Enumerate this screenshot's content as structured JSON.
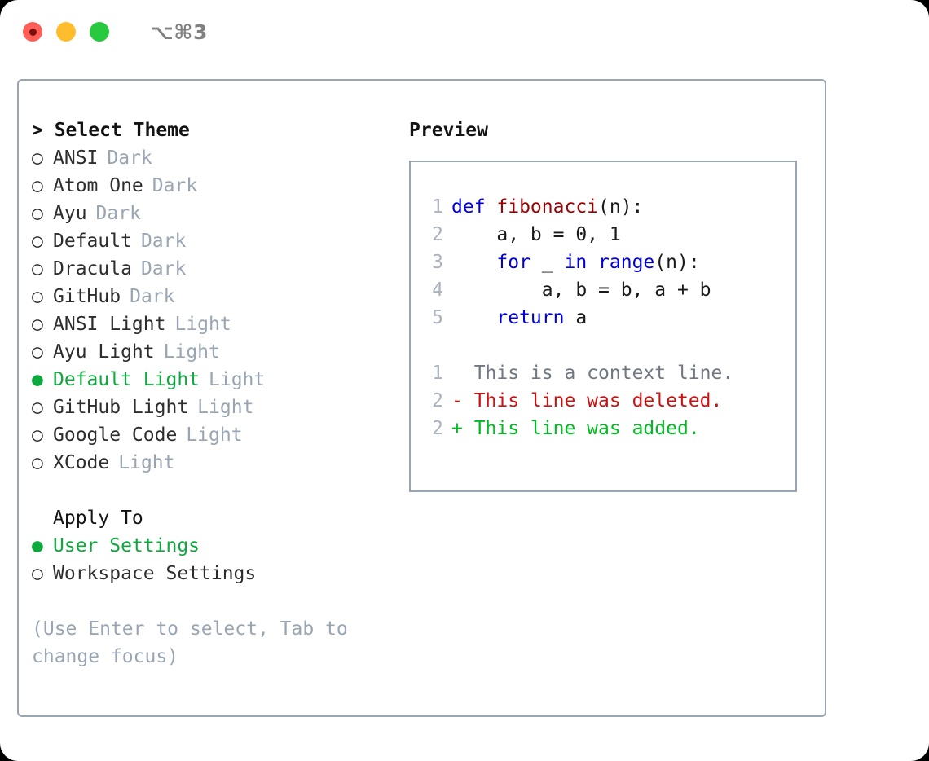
{
  "window": {
    "title": "⌥⌘3",
    "traffic_lights": [
      "close-red",
      "minimize-yellow",
      "maximize-green"
    ]
  },
  "theme_panel": {
    "header": "> Select Theme",
    "bullet_unselected": "○",
    "bullet_selected": "●",
    "items": [
      {
        "name": "ANSI",
        "kind": "Dark",
        "selected": false
      },
      {
        "name": "Atom One",
        "kind": "Dark",
        "selected": false
      },
      {
        "name": "Ayu",
        "kind": "Dark",
        "selected": false
      },
      {
        "name": "Default",
        "kind": "Dark",
        "selected": false
      },
      {
        "name": "Dracula",
        "kind": "Dark",
        "selected": false
      },
      {
        "name": "GitHub",
        "kind": "Dark",
        "selected": false
      },
      {
        "name": "ANSI Light",
        "kind": "Light",
        "selected": false
      },
      {
        "name": "Ayu Light",
        "kind": "Light",
        "selected": false
      },
      {
        "name": "Default Light",
        "kind": "Light",
        "selected": true
      },
      {
        "name": "GitHub Light",
        "kind": "Light",
        "selected": false
      },
      {
        "name": "Google Code",
        "kind": "Light",
        "selected": false
      },
      {
        "name": "XCode",
        "kind": "Light",
        "selected": false
      }
    ]
  },
  "apply_to": {
    "header": "Apply To",
    "options": [
      {
        "label": "User Settings",
        "selected": true
      },
      {
        "label": "Workspace Settings",
        "selected": false
      }
    ]
  },
  "hint": "(Use Enter to select, Tab to change focus)",
  "preview": {
    "title": "Preview",
    "code_lines": [
      {
        "num": "1",
        "tokens": [
          {
            "t": "def ",
            "c": "kw"
          },
          {
            "t": "fibonacci",
            "c": "fn"
          },
          {
            "t": "(n):",
            "c": "pl"
          }
        ]
      },
      {
        "num": "2",
        "tokens": [
          {
            "t": "    a, b = 0, 1",
            "c": "pl"
          }
        ]
      },
      {
        "num": "3",
        "tokens": [
          {
            "t": "    ",
            "c": "pl"
          },
          {
            "t": "for",
            "c": "kw"
          },
          {
            "t": " _ ",
            "c": "pl"
          },
          {
            "t": "in",
            "c": "kw"
          },
          {
            "t": " ",
            "c": "pl"
          },
          {
            "t": "range",
            "c": "kw"
          },
          {
            "t": "(n):",
            "c": "pl"
          }
        ]
      },
      {
        "num": "4",
        "tokens": [
          {
            "t": "        a, b = b, a + b",
            "c": "pl"
          }
        ]
      },
      {
        "num": "5",
        "tokens": [
          {
            "t": "    ",
            "c": "pl"
          },
          {
            "t": "return",
            "c": "kw"
          },
          {
            "t": " a",
            "c": "pl"
          }
        ]
      }
    ],
    "diff_lines": [
      {
        "num": "1",
        "marker": " ",
        "text": " This is a context line.",
        "kind": "context"
      },
      {
        "num": "2",
        "marker": "-",
        "text": " This line was deleted.",
        "kind": "deleted"
      },
      {
        "num": "2",
        "marker": "+",
        "text": " This line was added.",
        "kind": "added"
      }
    ]
  },
  "colors": {
    "accent_green": "#0fa83f",
    "muted": "#9aa5b4",
    "border": "#9aa5b4",
    "keyword_blue": "#0000dd",
    "function_red": "#9c0000",
    "diff_removed": "#cc1111",
    "diff_added": "#00bb22",
    "line_number": "#aab2bf",
    "light_red": "#ff5f56",
    "light_yellow": "#ffbd2e",
    "light_green": "#27c93f"
  }
}
